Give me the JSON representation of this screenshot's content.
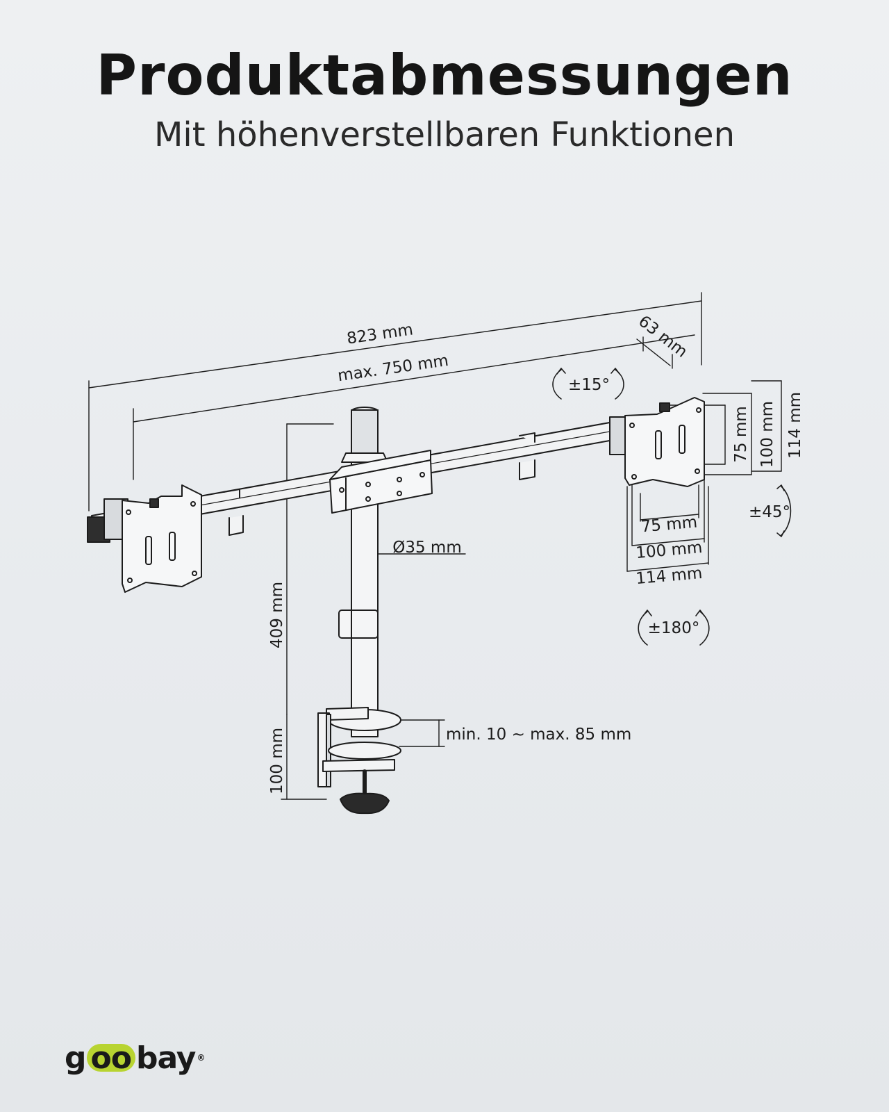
{
  "header": {
    "title": "Produktabmessungen",
    "subtitle": "Mit höhenverstellbaren Funktionen"
  },
  "dimensions": {
    "total_width": "823 mm",
    "arm_width": "max. 750 mm",
    "depth": "63 mm",
    "tilt": "±15°",
    "swivel": "±45°",
    "rotation": "±180°",
    "vesa_h_75": "75 mm",
    "vesa_h_100": "100 mm",
    "plate_h_114": "114 mm",
    "vesa_w_75": "75 mm",
    "vesa_w_100": "100 mm",
    "plate_w_114": "114 mm",
    "pole_diameter": "Ø35 mm",
    "pole_height": "409 mm",
    "clamp_height": "100 mm",
    "desk_thickness": "min. 10 ~ max. 85 mm"
  },
  "brand": {
    "logo_part1": "g",
    "logo_part2": "oo",
    "logo_part3": "bay",
    "registered": "®",
    "accent_color": "#b8d431"
  }
}
